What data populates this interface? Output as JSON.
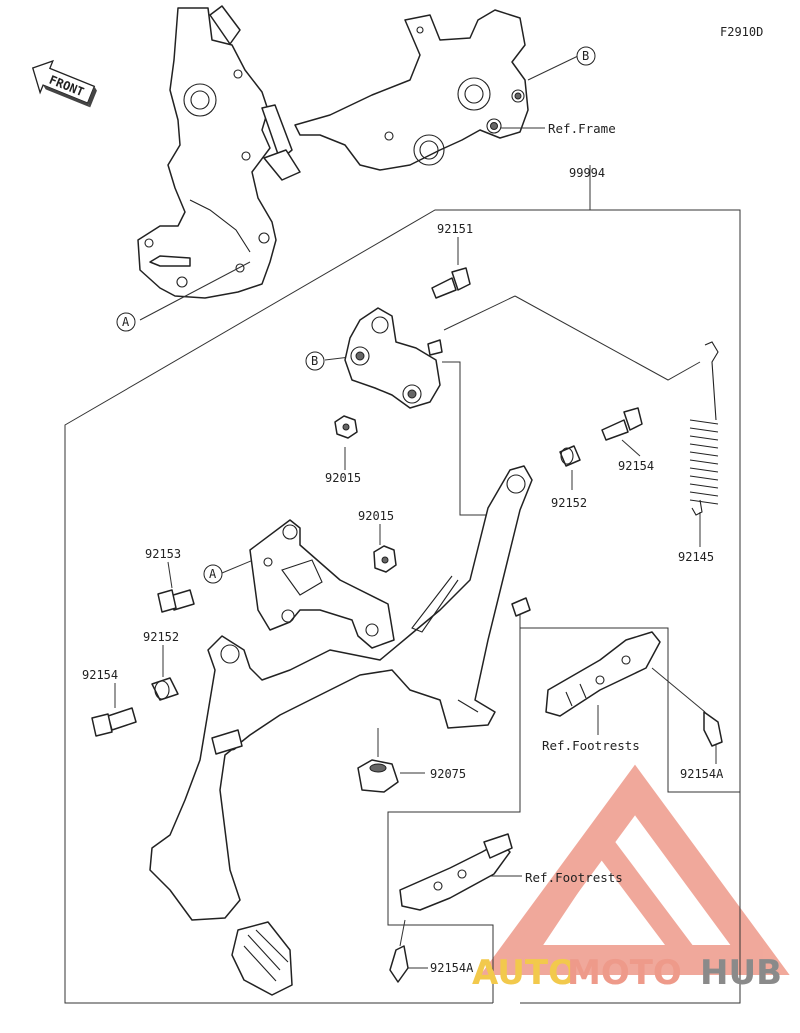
{
  "figure_code": "F2910D",
  "front_label": "FRONT",
  "callouts": {
    "a_top": "B",
    "a_bottom_left": "A",
    "b_bracket": "B",
    "a_plate": "A"
  },
  "references": {
    "frame": "Ref.Frame",
    "footrests_1": "Ref.Footrests",
    "footrests_2": "Ref.Footrests"
  },
  "parts": {
    "kit": "99994",
    "bolt_top": "92151",
    "nut_left_top": "92015",
    "nut_right": "92015",
    "collar_right": "92152",
    "bolt_right": "92154",
    "spring": "92145",
    "bolt_left": "92153",
    "collar_left": "92152",
    "bolt_left_low": "92154",
    "stopper": "92075",
    "bolt_foot_1": "92154A",
    "bolt_foot_2": "92154A"
  },
  "watermark": {
    "part1": "AUTO",
    "part2": "MOTO",
    "part3": "HUB",
    "color_primary": "#ee9a8a",
    "color_gold": "#f2c94c",
    "color_grey": "#8a8a8a"
  }
}
